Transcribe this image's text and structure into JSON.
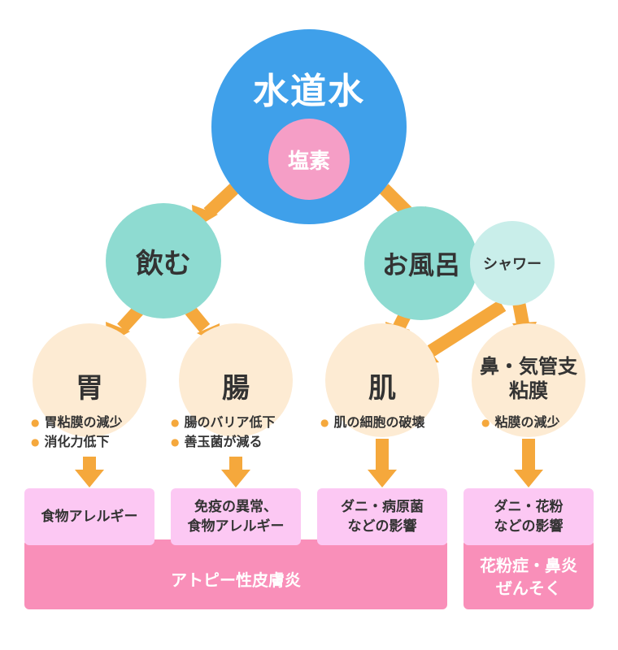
{
  "source": {
    "title": "水道水",
    "sub": "塩素"
  },
  "routes": {
    "drink": "飲む",
    "bath": "お風呂",
    "shower": "シャワー"
  },
  "organs": {
    "stomach": {
      "label": "胃",
      "effects": [
        "胃粘膜の減少",
        "消化力低下"
      ]
    },
    "intestine": {
      "label": "腸",
      "effects": [
        "腸のバリア低下",
        "善玉菌が減る"
      ]
    },
    "skin": {
      "label": "肌",
      "effects": [
        "肌の細胞の破壊"
      ]
    },
    "nose": {
      "label_line1": "鼻・気管支",
      "label_line2": "粘膜",
      "effects": [
        "粘膜の減少"
      ]
    }
  },
  "results": {
    "food_allergy": "食物アレルギー",
    "immune_line1": "免疫の異常、",
    "immune_line2": "食物アレルギー",
    "skin_line1": "ダニ・病原菌",
    "skin_line2": "などの影響",
    "nose_line1": "ダニ・花粉",
    "nose_line2": "などの影響"
  },
  "outcomes": {
    "atopy": "アトピー性皮膚炎",
    "pollen_line1": "花粉症・鼻炎",
    "pollen_line2": "ぜんそく"
  },
  "colors": {
    "main": "#3fa0ea",
    "chlorine": "#f59ec6",
    "route": "#8edbd1",
    "shower": "#c9eeea",
    "organ": "#fdebd3",
    "arrow": "#f5a83c",
    "result_box": "#fcc8f3",
    "outcome": "#f98fb9"
  }
}
